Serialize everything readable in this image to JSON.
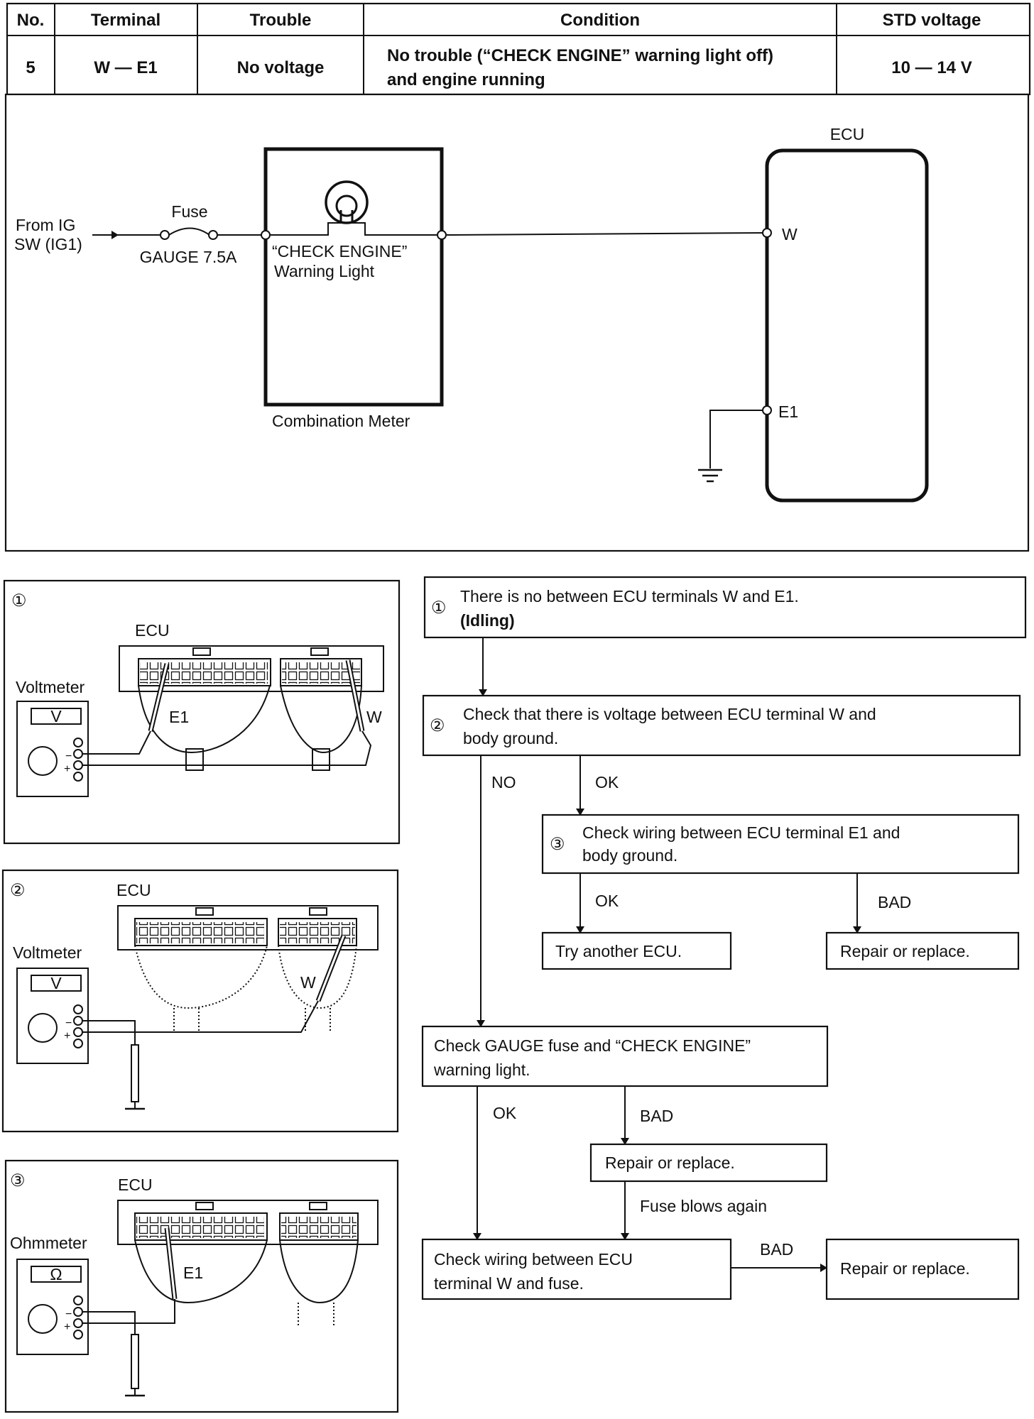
{
  "table": {
    "headers": [
      "No.",
      "Terminal",
      "Trouble",
      "Condition",
      "STD voltage"
    ],
    "row": {
      "no": "5",
      "terminal": "W — E1",
      "trouble": "No voltage",
      "condition_line1": "No trouble (“CHECK ENGINE” warning light off)",
      "condition_line2": "and engine running",
      "std_voltage": "10 — 14 V"
    }
  },
  "circuit": {
    "source_line1": "From IG",
    "source_line2": "SW (IG1)",
    "fuse_label": "Fuse",
    "fuse_rating": "GAUGE 7.5A",
    "lamp_line1": "“CHECK ENGINE”",
    "lamp_line2": "Warning Light",
    "meter_label": "Combination Meter",
    "ecu_label": "ECU",
    "terminal_w": "W",
    "terminal_e1": "E1"
  },
  "panels": [
    {
      "num": "①",
      "ecu": "ECU",
      "meter": "Voltmeter",
      "meter_symbol": "V",
      "probe1": "E1",
      "probe2": "W"
    },
    {
      "num": "②",
      "ecu": "ECU",
      "meter": "Voltmeter",
      "meter_symbol": "V",
      "probe1": "W"
    },
    {
      "num": "③",
      "ecu": "ECU",
      "meter": "Ohmmeter",
      "meter_symbol": "Ω",
      "probe1": "E1"
    }
  ],
  "flow": {
    "step1_num": "①",
    "step1_line1": "There is no between ECU terminals W and E1.",
    "step1_line2": "(Idling)",
    "step2_num": "②",
    "step2_line1": "Check that there is voltage between ECU terminal W and",
    "step2_line2": "body ground.",
    "no": "NO",
    "ok": "OK",
    "bad": "BAD",
    "step3_num": "③",
    "step3_line1": "Check wiring between ECU terminal E1 and",
    "step3_line2": "body ground.",
    "try_ecu": "Try another ECU.",
    "repair": "Repair or replace.",
    "fuse_check_line1": "Check GAUGE fuse and “CHECK ENGINE”",
    "fuse_check_line2": "warning light.",
    "fuse_blows": "Fuse blows again",
    "wiring_check_line1": "Check wiring between ECU",
    "wiring_check_line2": "terminal W and fuse."
  }
}
